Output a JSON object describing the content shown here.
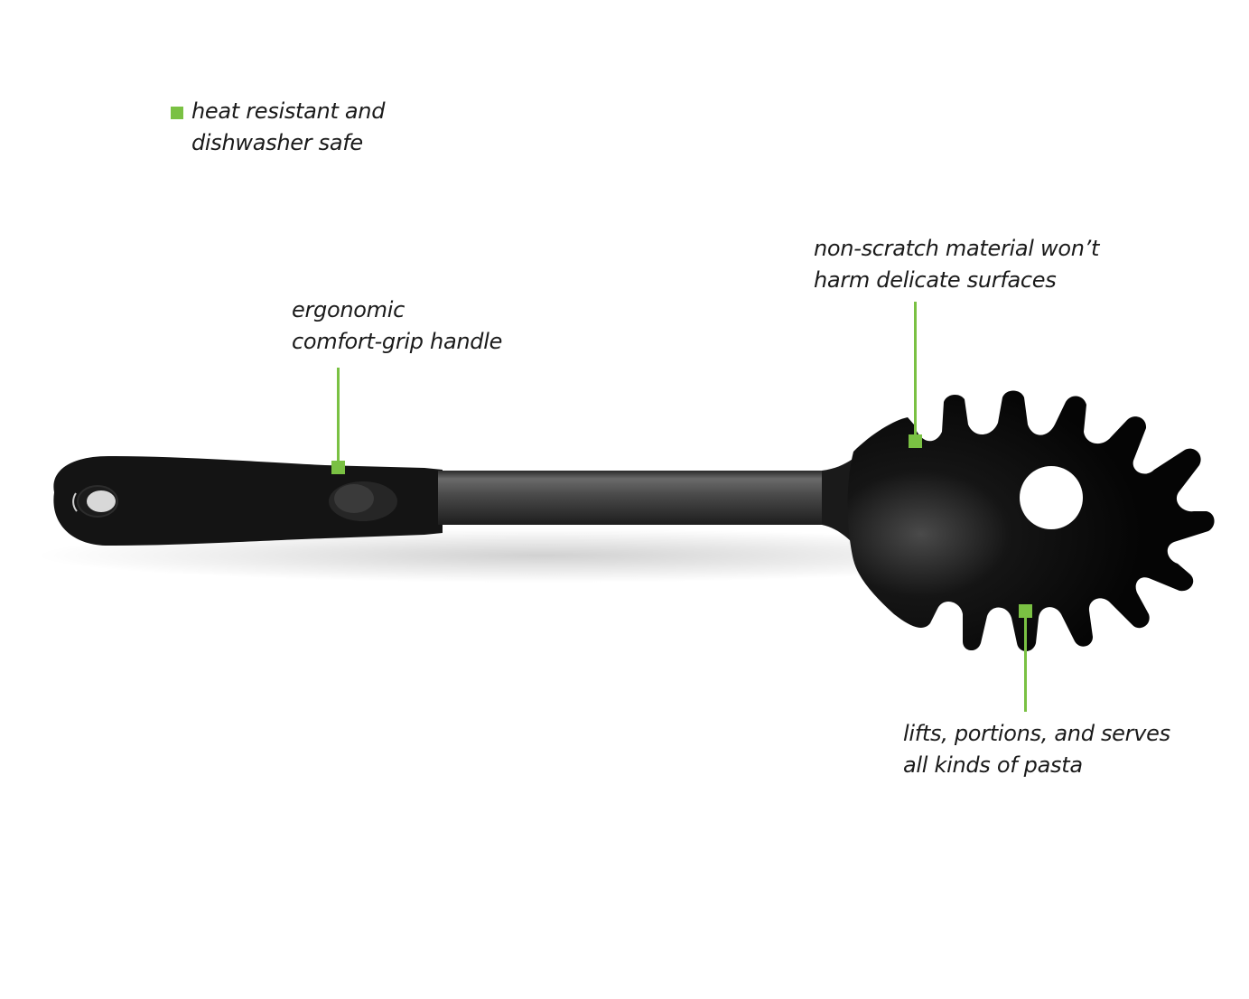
{
  "accent_color": "#7ac143",
  "product": {
    "name": "pasta-server-spoon",
    "body_color": "#111111"
  },
  "callouts": [
    {
      "id": "heat",
      "lines": [
        "heat resistant and",
        "dishwasher safe"
      ]
    },
    {
      "id": "handle",
      "lines": [
        "ergonomic",
        "comfort-grip handle"
      ]
    },
    {
      "id": "non-scratch",
      "lines": [
        "non-scratch material won’t",
        "harm delicate surfaces"
      ]
    },
    {
      "id": "pasta",
      "lines": [
        "lifts, portions, and serves",
        "all kinds of pasta"
      ]
    }
  ]
}
